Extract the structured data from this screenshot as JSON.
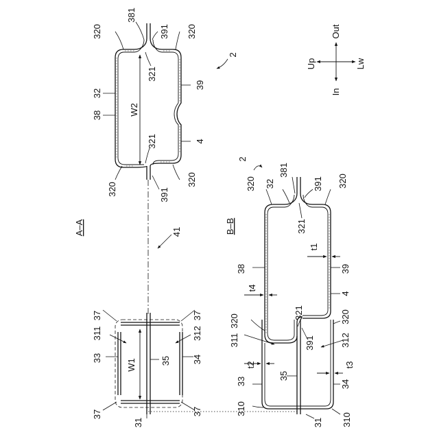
{
  "labels": {
    "section_aa": "A–A",
    "section_bb": "B–B",
    "ref_2": "2",
    "ref_4": "4",
    "ref_31": "31",
    "ref_32": "32",
    "ref_33": "33",
    "ref_34": "34",
    "ref_35": "35",
    "ref_37": "37",
    "ref_38": "38",
    "ref_39": "39",
    "ref_41": "41",
    "ref_310": "310",
    "ref_311": "311",
    "ref_312": "312",
    "ref_320": "320",
    "ref_321": "321",
    "ref_381": "381",
    "ref_391": "391",
    "w1": "W1",
    "w2": "W2",
    "t1": "t1",
    "t2": "t2",
    "t3": "t3",
    "t4": "t4"
  },
  "direction": {
    "up": "Up",
    "out": "Out",
    "in": "In",
    "lw": "Lw"
  }
}
